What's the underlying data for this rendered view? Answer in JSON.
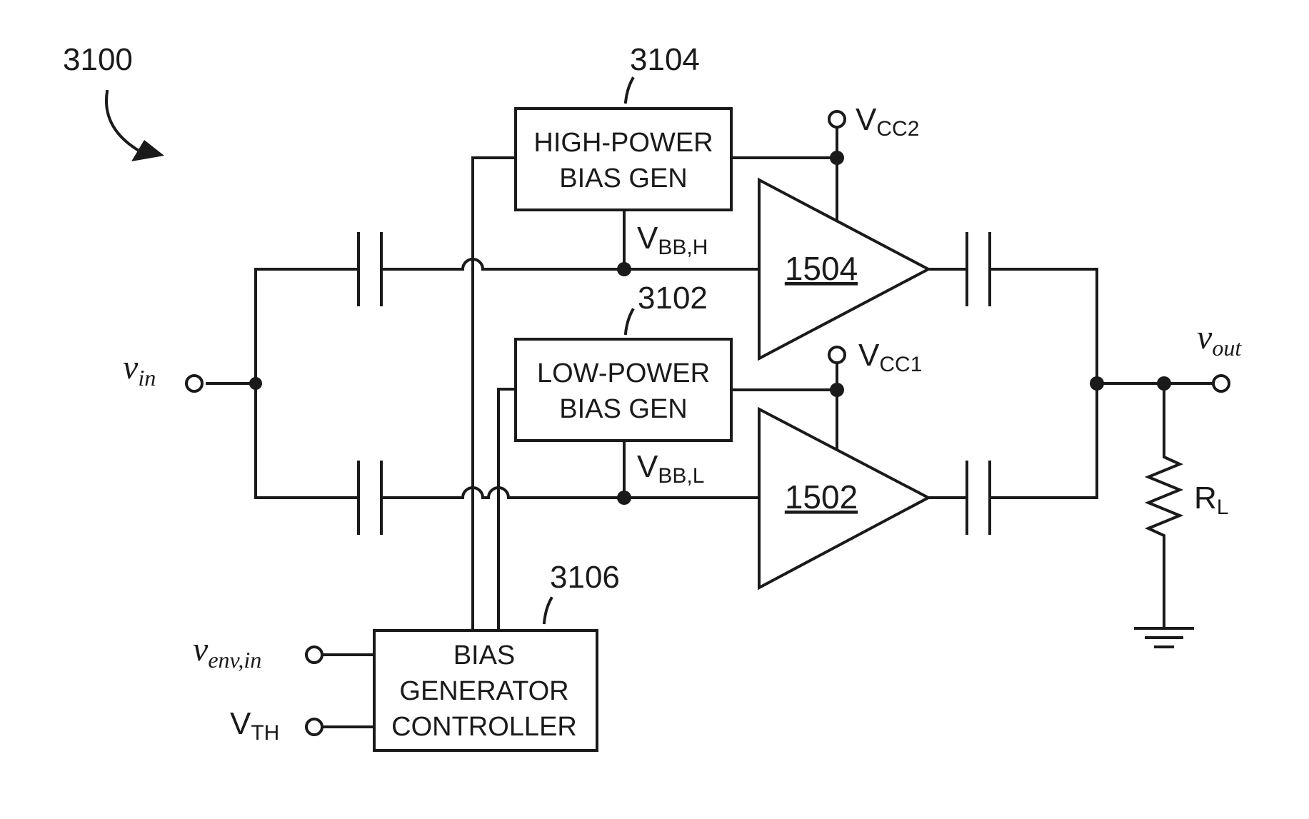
{
  "figure_ref": "3100",
  "blocks": {
    "high_power_bias_gen": {
      "ref": "3104",
      "line1": "HIGH-POWER",
      "line2": "BIAS GEN"
    },
    "low_power_bias_gen": {
      "ref": "3102",
      "line1": "LOW-POWER",
      "line2": "BIAS GEN"
    },
    "bias_generator_controller": {
      "ref": "3106",
      "line1": "BIAS",
      "line2": "GENERATOR",
      "line3": "CONTROLLER"
    }
  },
  "amplifiers": {
    "high": {
      "label": "1504"
    },
    "low": {
      "label": "1502"
    }
  },
  "signals": {
    "vin": {
      "main": "v",
      "sub": "in"
    },
    "vout": {
      "main": "v",
      "sub": "out"
    },
    "venv_in": {
      "main": "v",
      "sub": "env,in"
    },
    "vth": {
      "main": "V",
      "sub": "TH"
    },
    "vcc2": {
      "main": "V",
      "sub": "CC2"
    },
    "vcc1": {
      "main": "V",
      "sub": "CC1"
    },
    "vbb_h": {
      "main": "V",
      "sub": "BB,H"
    },
    "vbb_l": {
      "main": "V",
      "sub": "BB,L"
    },
    "rl": {
      "main": "R",
      "sub": "L"
    }
  }
}
